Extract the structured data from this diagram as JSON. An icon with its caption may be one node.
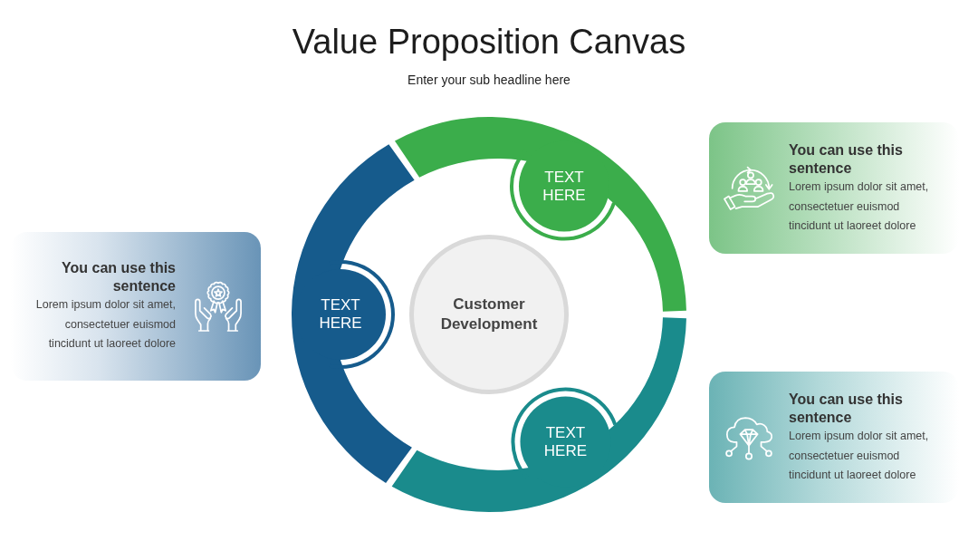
{
  "diagram": {
    "title": "Value Proposition Canvas",
    "nodes": [
      {
        "text": [
          "You can use this sentence",
          "Lorem ipsum dolor sit amet, consectetuer euismod tincidunt ut laoreet dolore"
        ]
      },
      {
        "text": [
          "TEXT HERE"
        ]
      },
      {
        "text": [
          "You can use this sentence",
          "Lorem ipsum dolor sit amet, consectetuer euismod tincidunt ut laoreet dolore"
        ]
      },
      {
        "text": [
          "TEXT HERE"
        ]
      },
      {
        "text": [
          "Customer Development"
        ]
      },
      {
        "text": [
          "You can use this sentence",
          "Lorem ipsum dolor sit amet, consectetuer euismod tincidunt ut laoreet dolore"
        ]
      },
      {
        "text": [
          "TEXT HERE"
        ]
      }
    ],
    "labels": [
      "Enter your sub headline here"
    ]
  }
}
